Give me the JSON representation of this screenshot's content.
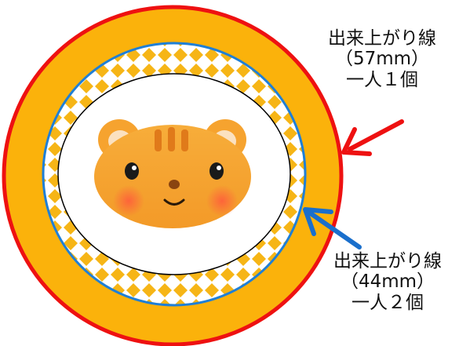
{
  "labels": {
    "outer": {
      "line1": "出来上がり線",
      "line2": "（57mm）",
      "line3": "一人１個"
    },
    "inner": {
      "line1": "出来上がり線",
      "line2": "（44mm）",
      "line3": "一人２個"
    }
  },
  "colors": {
    "outer_ring": "#fbb20b",
    "outer_border": "#ee1111",
    "inner_border": "#1f7fd6",
    "diamond": "#f6b516",
    "cat_face": "#f6a32f",
    "cat_stripe": "#e07a1a",
    "red_arrow": "#ee1111",
    "blue_arrow": "#1a6fcc"
  },
  "icons": {
    "cat": "tiger-cat-face",
    "red_arrow": "arrow-pointing-left-down",
    "blue_arrow": "arrow-pointing-left-up"
  }
}
